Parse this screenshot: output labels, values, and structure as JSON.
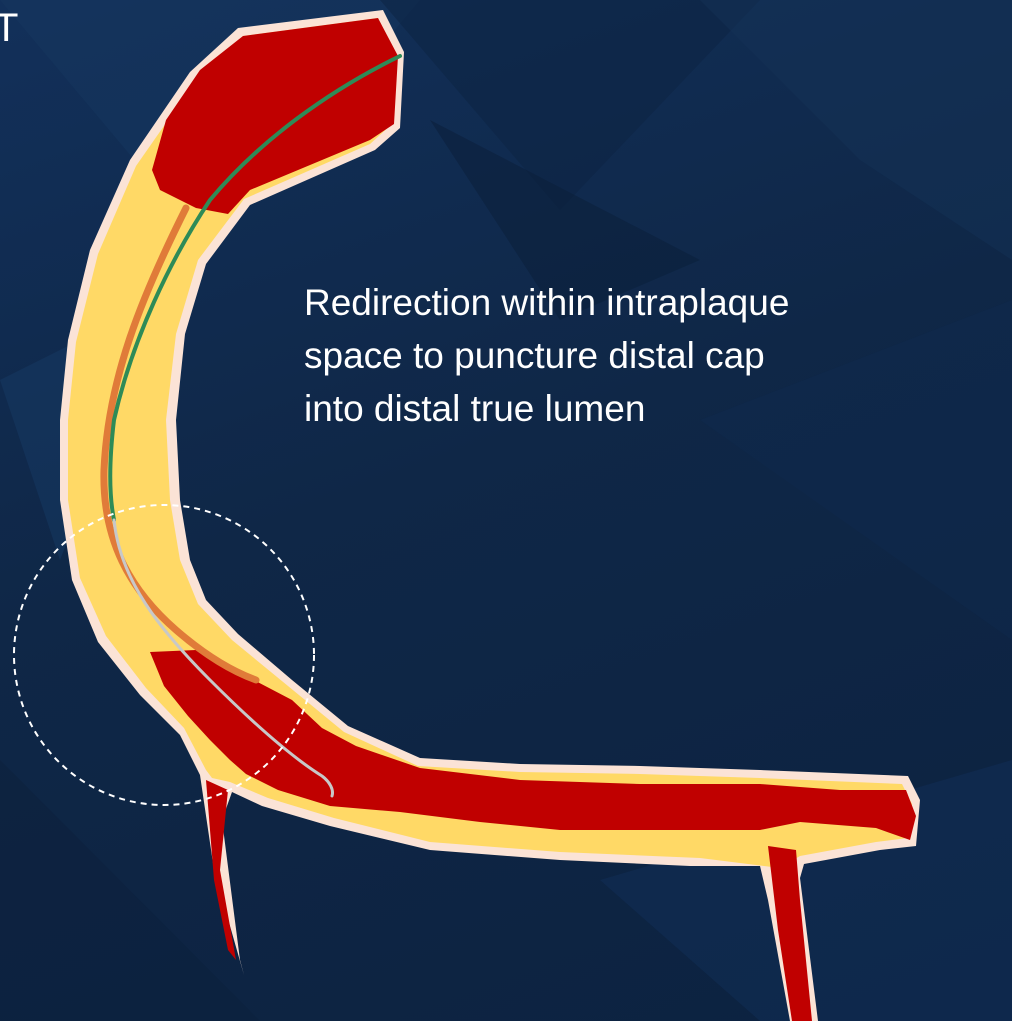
{
  "slide": {
    "corner_letter": "T",
    "caption_lines": [
      "Redirection within intraplaque",
      "space to puncture distal cap",
      "into distal true lumen"
    ]
  },
  "colors": {
    "background": "#10284a",
    "vessel_wall": "#fbe3d6",
    "plaque": "#ffd966",
    "blood_lumen": "#c00000",
    "guidewire_proximal": "#2e8b57",
    "guidewire_distal": "#c8c8c8",
    "subintimal_track": "#e07b39",
    "focus_circle": "#ffffff"
  },
  "icons": {
    "focus": "dashed-circle"
  }
}
